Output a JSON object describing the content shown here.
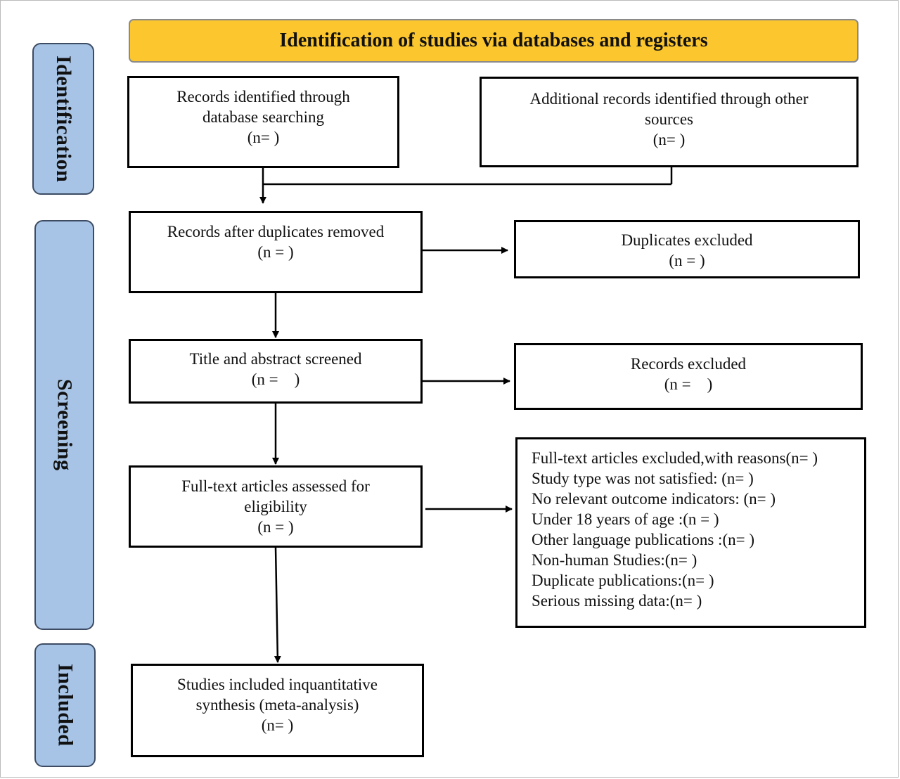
{
  "header": {
    "title": "Identification of studies via databases and registers"
  },
  "phases": {
    "identification": "Identification",
    "screening": "Screening",
    "included": "Included"
  },
  "boxes": {
    "database_records": {
      "lines": [
        "Records identified through",
        "database searching",
        "(n= )"
      ]
    },
    "other_records": {
      "lines": [
        "Additional records identified through other",
        "sources",
        "(n= )"
      ]
    },
    "after_duplicates": {
      "lines": [
        "Records after duplicates removed",
        "(n = )"
      ]
    },
    "duplicates_excluded": {
      "lines": [
        "Duplicates excluded",
        "(n = )"
      ]
    },
    "title_abstract": {
      "lines": [
        "Title and abstract screened",
        "(n =    )"
      ]
    },
    "records_excluded": {
      "lines": [
        "Records excluded",
        "(n =    )"
      ]
    },
    "full_text": {
      "lines": [
        "Full-text articles assessed for",
        "eligibility",
        "(n = )"
      ]
    },
    "full_text_excluded": {
      "lines": [
        "Full-text articles excluded,with reasons(n= )",
        "Study type was not satisfied: (n= )",
        "No relevant outcome indicators: (n= )",
        "Under 18 years of age :(n = )",
        "Other language publications :(n= )",
        "Non-human Studies:(n= )",
        "Duplicate publications:(n= )",
        "Serious missing data:(n= )"
      ]
    },
    "included_studies": {
      "lines": [
        "Studies included inquantitative",
        "synthesis (meta-analysis)",
        "(n= )"
      ]
    }
  }
}
